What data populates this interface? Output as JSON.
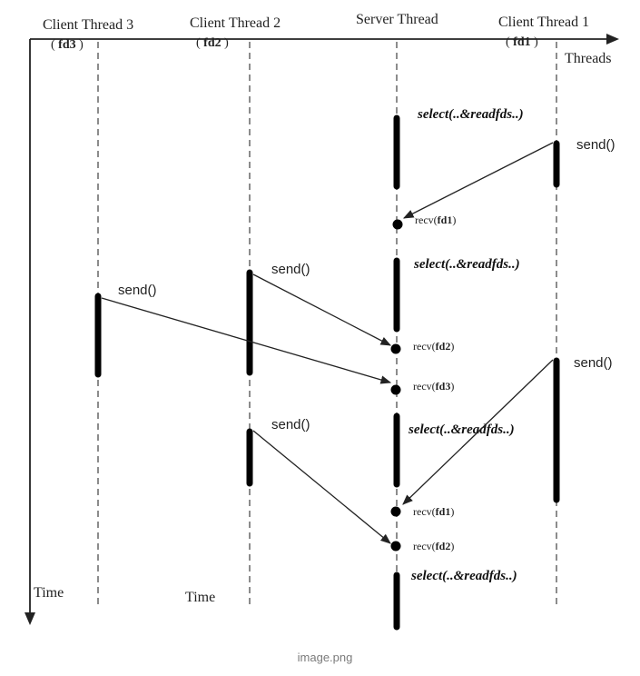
{
  "threads": [
    {
      "name": "Client Thread 3",
      "fd": "fd3"
    },
    {
      "name": "Client Thread 2",
      "fd": "fd2"
    },
    {
      "name": "Server Thread",
      "fd": ""
    },
    {
      "name": "Client Thread 1",
      "fd": "fd1"
    }
  ],
  "axis": {
    "threads_label": "Threads",
    "time_label": "Time"
  },
  "select_labels": [
    "select(..&readfds..)",
    "select(..&readfds..)",
    "select(..&readfds..)",
    "select(..&readfds..)"
  ],
  "send_labels": [
    "send()",
    "send()",
    "send()",
    "send()",
    "send()"
  ],
  "recv_events": [
    {
      "prefix": "recv(",
      "fd": "fd1",
      "suffix": ")"
    },
    {
      "prefix": "recv(",
      "fd": "fd2",
      "suffix": ")"
    },
    {
      "prefix": "recv(",
      "fd": "fd3",
      "suffix": ")"
    },
    {
      "prefix": "recv(",
      "fd": "fd1",
      "suffix": ")"
    },
    {
      "prefix": "recv(",
      "fd": "fd2",
      "suffix": ")"
    }
  ],
  "caption": "image.png"
}
